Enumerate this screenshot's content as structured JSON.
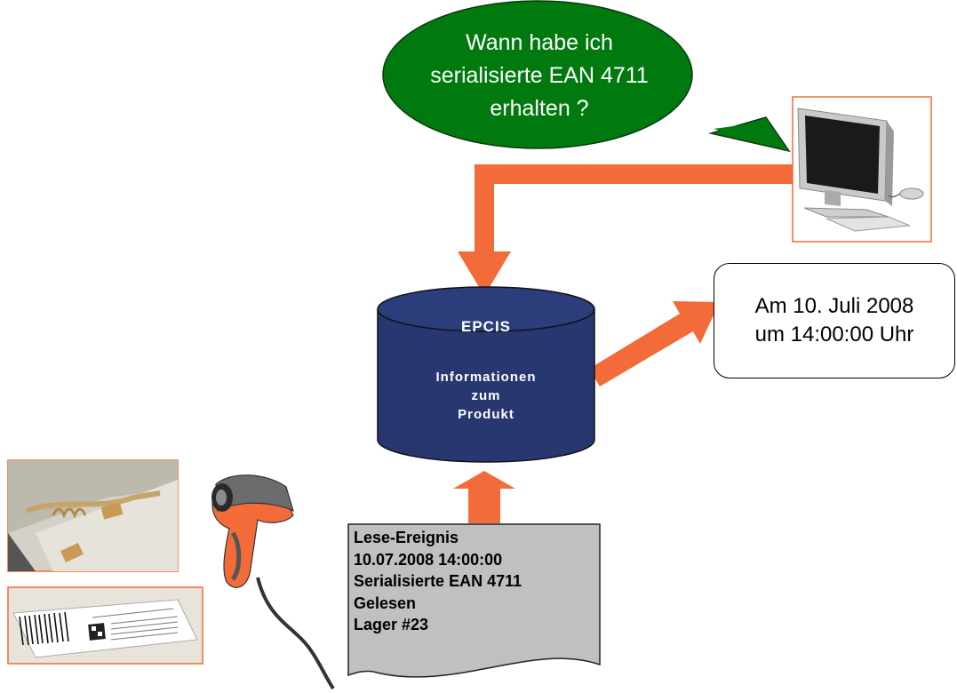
{
  "question": {
    "lines": [
      "Wann habe ich",
      "serialisierte EAN 4711",
      "erhalten ?"
    ],
    "color": "#007a0f"
  },
  "answer": {
    "lines": [
      "Am 10. Juli 2008",
      "um 14:00:00 Uhr"
    ]
  },
  "database": {
    "title": "EPCIS",
    "lines": [
      "Informationen",
      "zum",
      "Produkt"
    ],
    "color": "#283770"
  },
  "event_document": {
    "lines": [
      "Lese-Ereignis",
      "10.07.2008 14:00:00",
      "Serialisierte EAN 4711",
      "Gelesen",
      "Lager #23"
    ],
    "color": "#c0c0c0"
  },
  "arrow_color": "#f26b39",
  "icons": [
    "computer-icon",
    "rfid-tag-photo",
    "barcode-label-photo",
    "barcode-scanner-icon"
  ]
}
